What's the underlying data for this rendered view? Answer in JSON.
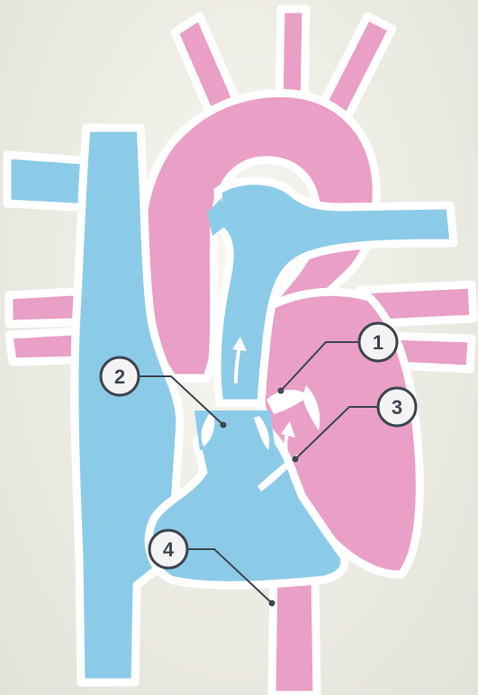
{
  "colors": {
    "background": "#ecebe3",
    "oxygen_poor_blue": "#8ccbe8",
    "oxygen_rich_pink": "#e99fc6",
    "outline_white": "#ffffff",
    "callout_ring": "#3d4650",
    "callout_fill": "#f4f4f4",
    "callout_text": "#3d4650"
  },
  "icons": {
    "flow_arrows": "white-curved-arrow-icon",
    "callout_circles": "numbered-circle-icon"
  },
  "callouts": [
    {
      "label": "1"
    },
    {
      "label": "2"
    },
    {
      "label": "3"
    },
    {
      "label": "4"
    }
  ]
}
